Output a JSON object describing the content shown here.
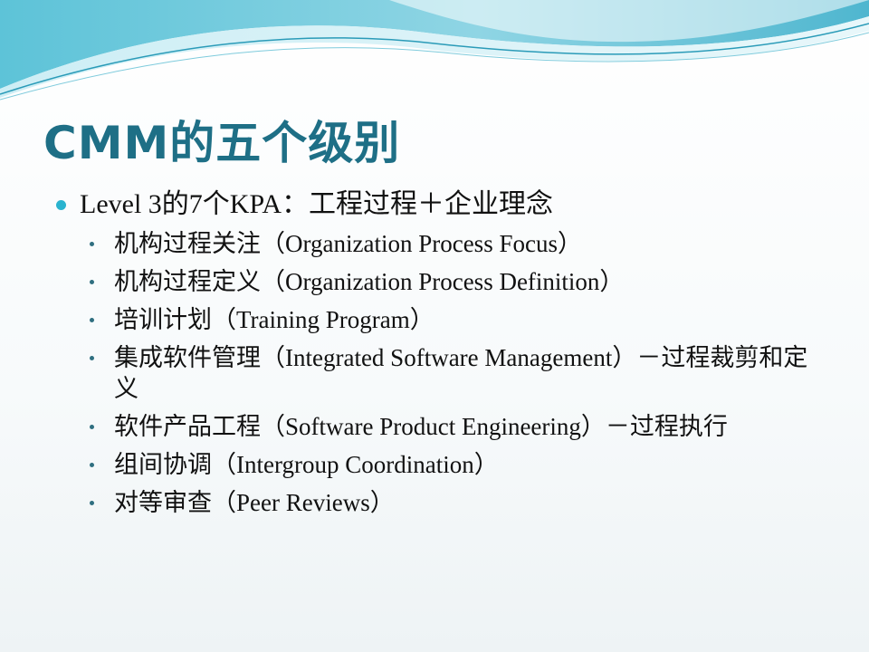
{
  "slide": {
    "title": "CMM的五个级别",
    "main_point": "Level 3的7个KPA：工程过程＋企业理念",
    "sub_points": [
      "机构过程关注（Organization Process Focus）",
      "机构过程定义（Organization Process Definition）",
      "培训计划（Training Program）",
      "集成软件管理（Integrated Software Management）－过程裁剪和定义",
      "软件产品工程（Software Product Engineering）－过程执行",
      "组间协调（Intergroup Coordination）",
      "对等审查（Peer Reviews）"
    ]
  },
  "colors": {
    "title": "#1e6f86",
    "bullet_primary": "#2ab3cf",
    "bullet_secondary": "#2f6f80",
    "wave_dark": "#4bb3cc",
    "wave_light": "#bfe6ef"
  }
}
